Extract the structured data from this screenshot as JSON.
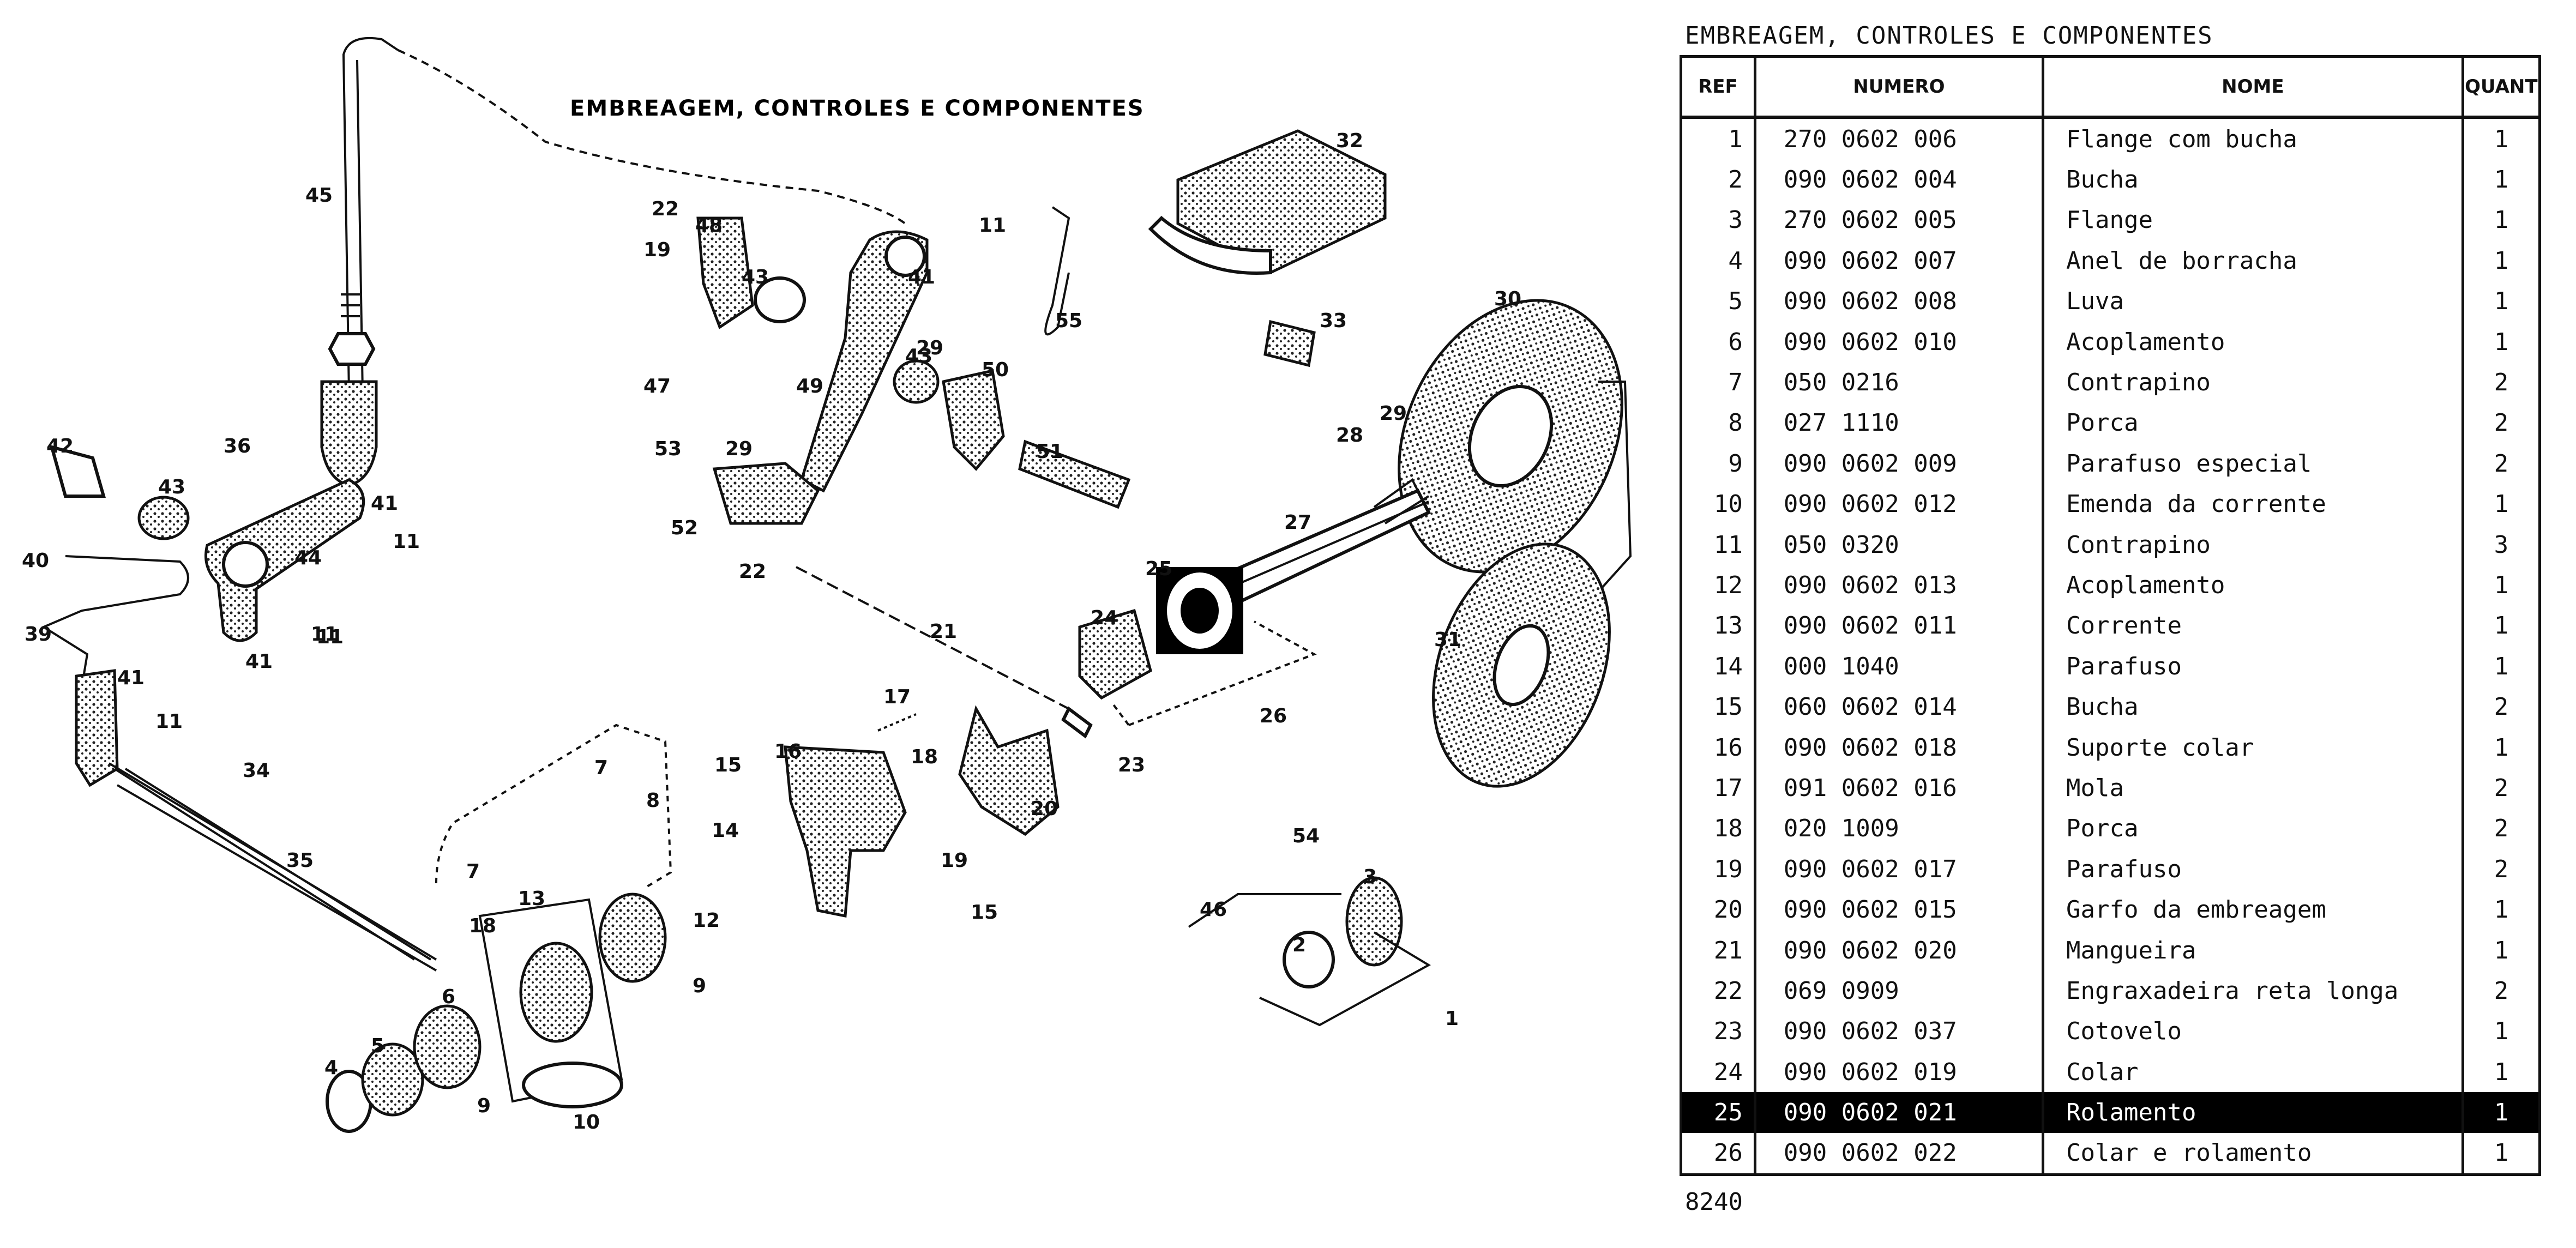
{
  "diagram": {
    "title": "EMBREAGEM, CONTROLES E COMPONENTES",
    "labels": [
      "1",
      "2",
      "3",
      "4",
      "5",
      "6",
      "7",
      "7",
      "8",
      "9",
      "9",
      "10",
      "11",
      "11",
      "11",
      "11",
      "11",
      "12",
      "13",
      "14",
      "15",
      "15",
      "16",
      "17",
      "18",
      "18",
      "19",
      "19",
      "20",
      "21",
      "22",
      "22",
      "23",
      "24",
      "25",
      "26",
      "27",
      "28",
      "29",
      "29",
      "29",
      "30",
      "31",
      "32",
      "33",
      "34",
      "35",
      "36",
      "39",
      "40",
      "41",
      "41",
      "41",
      "41",
      "42",
      "43",
      "43",
      "43",
      "44",
      "45",
      "46",
      "47",
      "48",
      "49",
      "50",
      "51",
      "52",
      "53",
      "54",
      "55"
    ]
  },
  "catalog": {
    "title": "EMBREAGEM, CONTROLES E COMPONENTES",
    "headers": {
      "ref": "REF",
      "numero": "NUMERO",
      "nome": "NOME",
      "quant": "QUANT"
    },
    "rows": [
      {
        "ref": "1",
        "numero": "270 0602 006",
        "nome": "Flange com bucha",
        "quant": "1"
      },
      {
        "ref": "2",
        "numero": "090 0602 004",
        "nome": "Bucha",
        "quant": "1"
      },
      {
        "ref": "3",
        "numero": "270 0602 005",
        "nome": "Flange",
        "quant": "1"
      },
      {
        "ref": "4",
        "numero": "090 0602 007",
        "nome": "Anel de borracha",
        "quant": "1"
      },
      {
        "ref": "5",
        "numero": "090 0602 008",
        "nome": "Luva",
        "quant": "1"
      },
      {
        "ref": "6",
        "numero": "090 0602 010",
        "nome": "Acoplamento",
        "quant": "1"
      },
      {
        "ref": "7",
        "numero": "050 0216",
        "nome": "Contrapino",
        "quant": "2"
      },
      {
        "ref": "8",
        "numero": "027 1110",
        "nome": "Porca",
        "quant": "2"
      },
      {
        "ref": "9",
        "numero": "090 0602 009",
        "nome": "Parafuso especial",
        "quant": "2"
      },
      {
        "ref": "10",
        "numero": "090 0602 012",
        "nome": "Emenda da corrente",
        "quant": "1"
      },
      {
        "ref": "11",
        "numero": "050 0320",
        "nome": "Contrapino",
        "quant": "3"
      },
      {
        "ref": "12",
        "numero": "090 0602 013",
        "nome": "Acoplamento",
        "quant": "1"
      },
      {
        "ref": "13",
        "numero": "090 0602 011",
        "nome": "Corrente",
        "quant": "1"
      },
      {
        "ref": "14",
        "numero": "000 1040",
        "nome": "Parafuso",
        "quant": "1"
      },
      {
        "ref": "15",
        "numero": "060 0602 014",
        "nome": "Bucha",
        "quant": "2"
      },
      {
        "ref": "16",
        "numero": "090 0602 018",
        "nome": "Suporte colar",
        "quant": "1"
      },
      {
        "ref": "17",
        "numero": "091 0602 016",
        "nome": "Mola",
        "quant": "2"
      },
      {
        "ref": "18",
        "numero": "020 1009",
        "nome": "Porca",
        "quant": "2"
      },
      {
        "ref": "19",
        "numero": "090 0602 017",
        "nome": "Parafuso",
        "quant": "2"
      },
      {
        "ref": "20",
        "numero": "090 0602 015",
        "nome": "Garfo da embreagem",
        "quant": "1"
      },
      {
        "ref": "21",
        "numero": "090 0602 020",
        "nome": "Mangueira",
        "quant": "1"
      },
      {
        "ref": "22",
        "numero": "069 0909",
        "nome": "Engraxadeira reta longa",
        "quant": "2"
      },
      {
        "ref": "23",
        "numero": "090 0602 037",
        "nome": "Cotovelo",
        "quant": "1"
      },
      {
        "ref": "24",
        "numero": "090 0602 019",
        "nome": "Colar",
        "quant": "1"
      },
      {
        "ref": "25",
        "numero": "090 0602 021",
        "nome": "Rolamento",
        "quant": "1",
        "highlighted": true
      },
      {
        "ref": "26",
        "numero": "090 0602 022",
        "nome": "Colar e rolamento",
        "quant": "1"
      }
    ],
    "footer": "8240"
  }
}
